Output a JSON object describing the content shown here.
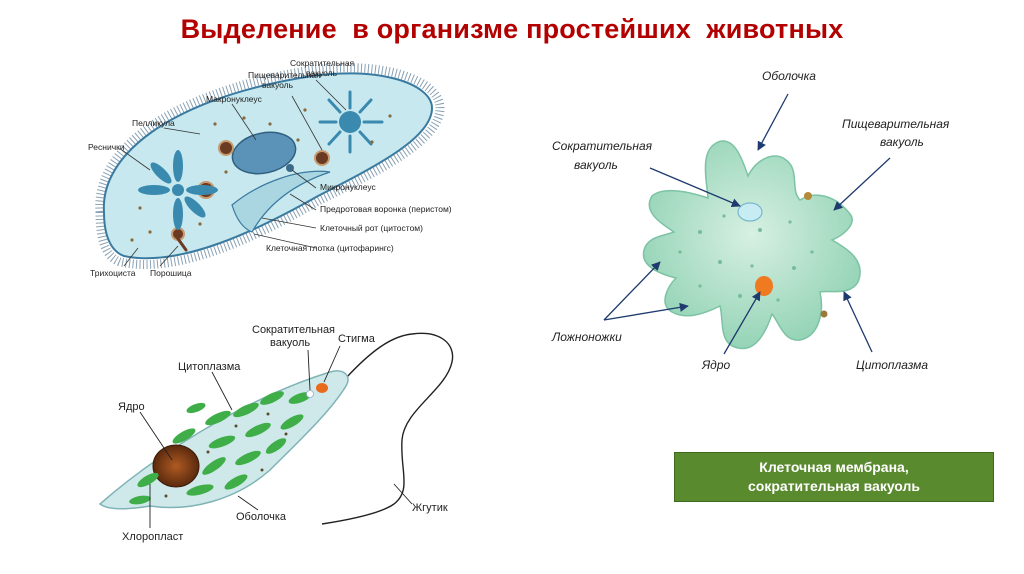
{
  "slide": {
    "title": "Выделение  в организме простейших  животных"
  },
  "paramecium": {
    "labels": {
      "contractile_vacuole_1": "Сократительная",
      "contractile_vacuole_2": "вакуоль",
      "digestive_vacuole_1": "Пищеварительная",
      "digestive_vacuole_2": "вакуоль",
      "macronucleus": "Макронуклеус",
      "pellicle": "Пелликула",
      "cilia": "Реснички",
      "micronucleus": "Микронуклеус",
      "oral_groove": "Предротовая воронка (перистом)",
      "cytostome": "Клеточный рот (цитостом)",
      "cytopharynx": "Клеточная глотка (цитофарингс)",
      "trichocyst": "Трихоциста",
      "cytoproct": "Порошица"
    }
  },
  "euglena": {
    "labels": {
      "contractile_vacuole_1": "Сократительная",
      "contractile_vacuole_2": "вакуоль",
      "stigma": "Стигма",
      "cytoplasm": "Цитоплазма",
      "nucleus": "Ядро",
      "chloroplast": "Хлоропласт",
      "membrane": "Оболочка",
      "flagellum": "Жгутик"
    }
  },
  "amoeba": {
    "labels": {
      "membrane": "Оболочка",
      "digestive_vacuole_1": "Пищеварительная",
      "digestive_vacuole_2": "вакуоль",
      "contractile_vacuole_1": "Сократительная",
      "contractile_vacuole_2": "вакуоль",
      "pseudopodia": "Ложноножки",
      "nucleus": "Ядро",
      "cytoplasm": "Цитоплазма"
    }
  },
  "summary": {
    "line1": "Клеточная мембрана,",
    "line2": "сократительная вакуоль"
  },
  "colors": {
    "title": "#b30000",
    "summary_bg": "#5a8a2e",
    "paramecium_body": "#c6e8ee",
    "euglena_body": "#cfe9ea",
    "chloroplast": "#3fae49",
    "amoeba_body": "#a8dcc3"
  }
}
